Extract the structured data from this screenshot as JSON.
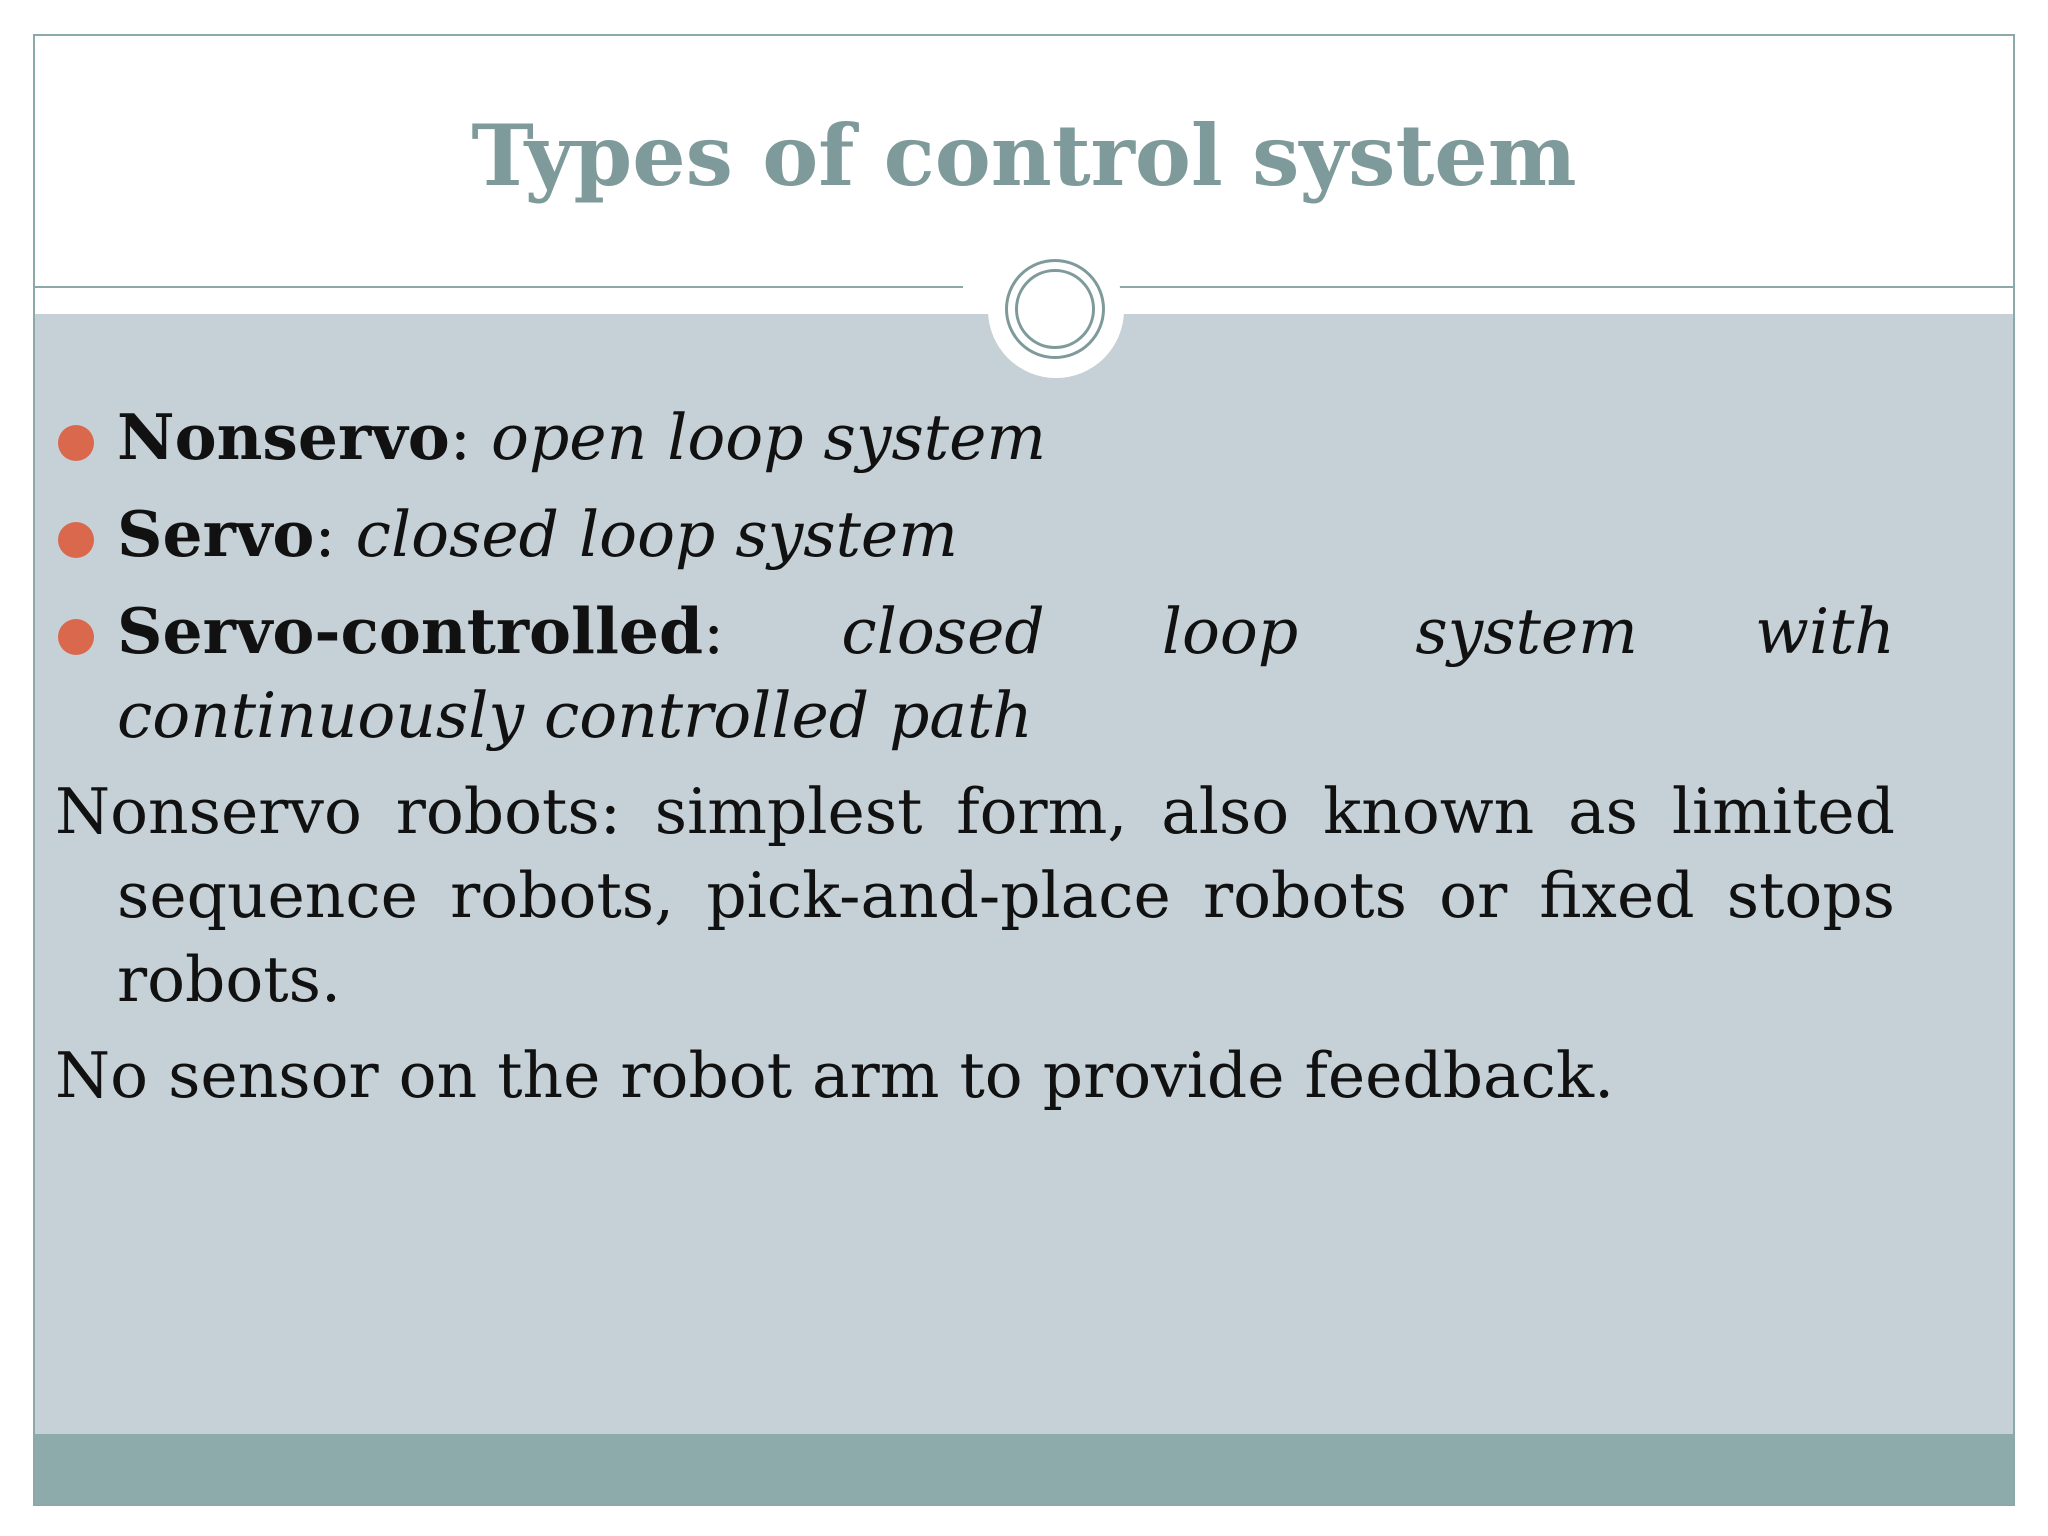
{
  "slide": {
    "title": "Types of control system",
    "bullets": [
      {
        "term": "Nonservo",
        "sep": ": ",
        "desc": "open loop system"
      },
      {
        "term": "Servo",
        "sep": ": ",
        "desc": "closed loop system"
      },
      {
        "term": "Servo-controlled",
        "sep": ":",
        "desc": "closed loop system with continuously controlled path"
      }
    ],
    "paragraphs": [
      "Nonservo robots: simplest form, also known as limited sequence robots, pick-and-place robots or fixed stops robots.",
      "No sensor on the robot arm to provide feedback."
    ]
  },
  "colors": {
    "title": "#7f9a9a",
    "content_bg": "#c5d1d6",
    "bullet": "#d9684d",
    "footer": "#8dabab"
  },
  "icons": {
    "divider": "double-circle-medallion",
    "bullet": "filled-circle"
  }
}
